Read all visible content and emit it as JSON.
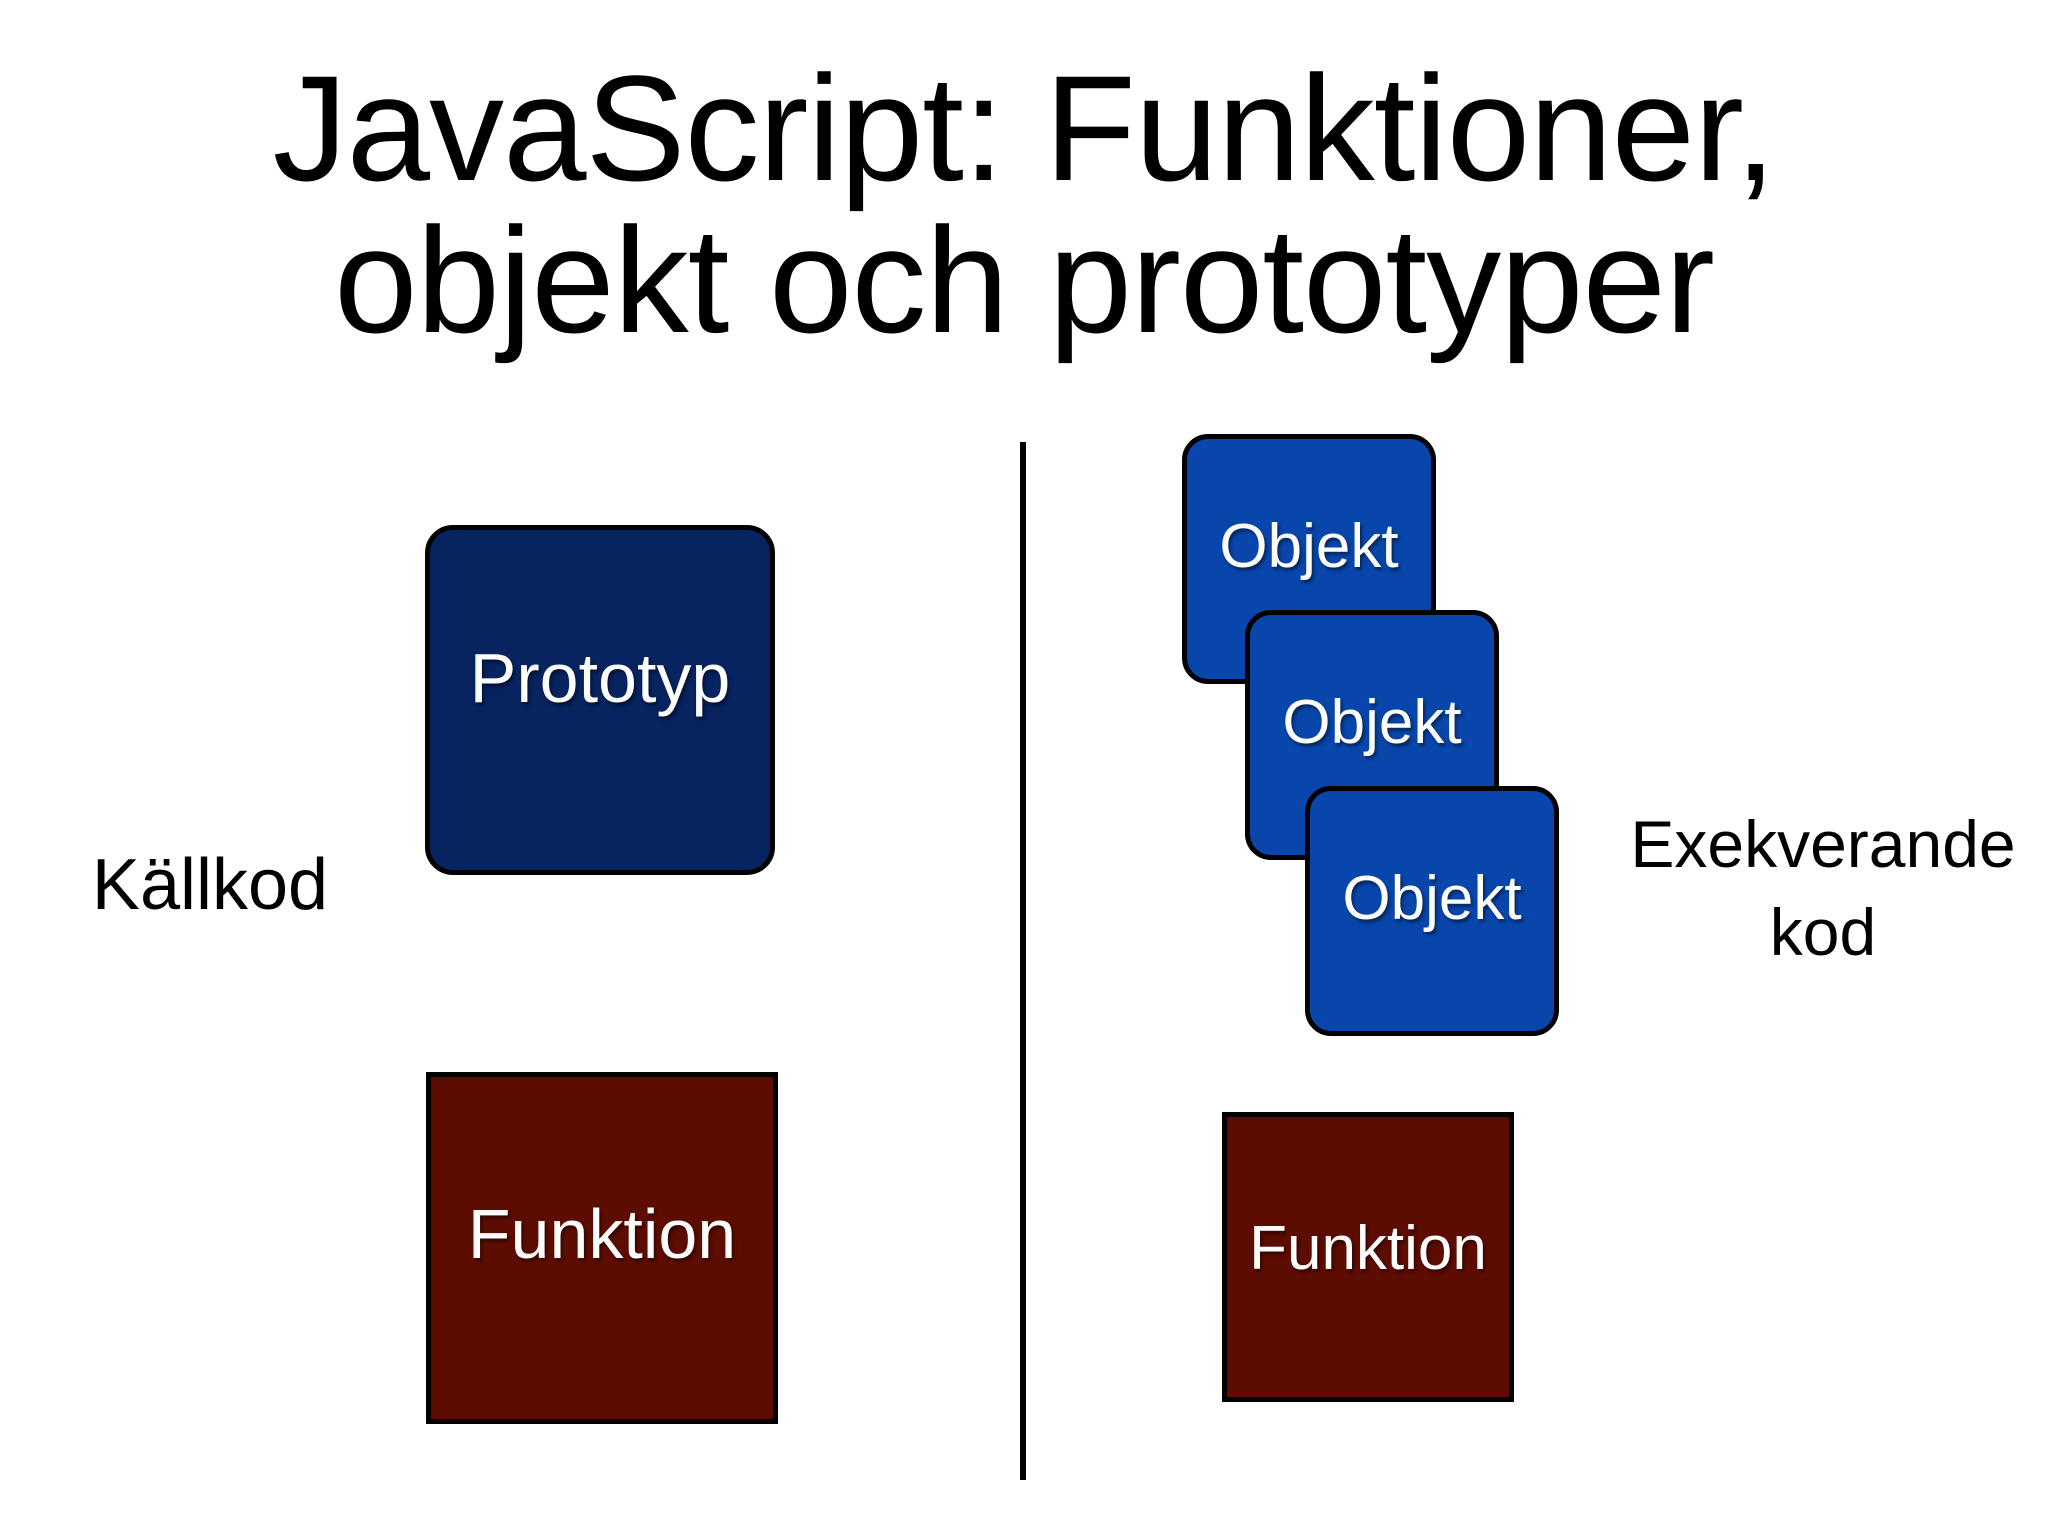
{
  "slide": {
    "background_color": "#ffffff",
    "title": {
      "line1": "JavaScript: Funktioner,",
      "line2": "objekt och prototyper",
      "color": "#000000"
    },
    "left_column": {
      "group_label": "Källkod",
      "prototype_box": {
        "label": "Prototyp",
        "fill_color": "#072360",
        "border_color": "#000000",
        "text_color": "#fdfdfb"
      },
      "function_box": {
        "label": "Funktion",
        "fill_color": "#5d0c02",
        "border_color": "#000000",
        "text_color": "#fdfdfb"
      }
    },
    "divider": {
      "color": "#000000"
    },
    "right_column": {
      "group_label_line1": "Exekverande",
      "group_label_line2": "kod",
      "object_boxes": [
        {
          "label": "Objekt",
          "fill_color": "#0846ab",
          "border_color": "#000000",
          "text_color": "#fdfdfb"
        },
        {
          "label": "Objekt",
          "fill_color": "#0846ab",
          "border_color": "#000000",
          "text_color": "#fdfdfb"
        },
        {
          "label": "Objekt",
          "fill_color": "#0846ab",
          "border_color": "#000000",
          "text_color": "#fdfdfb"
        }
      ],
      "function_box": {
        "label": "Funktion",
        "fill_color": "#5d0c02",
        "border_color": "#000000",
        "text_color": "#fdfdfb"
      }
    }
  }
}
